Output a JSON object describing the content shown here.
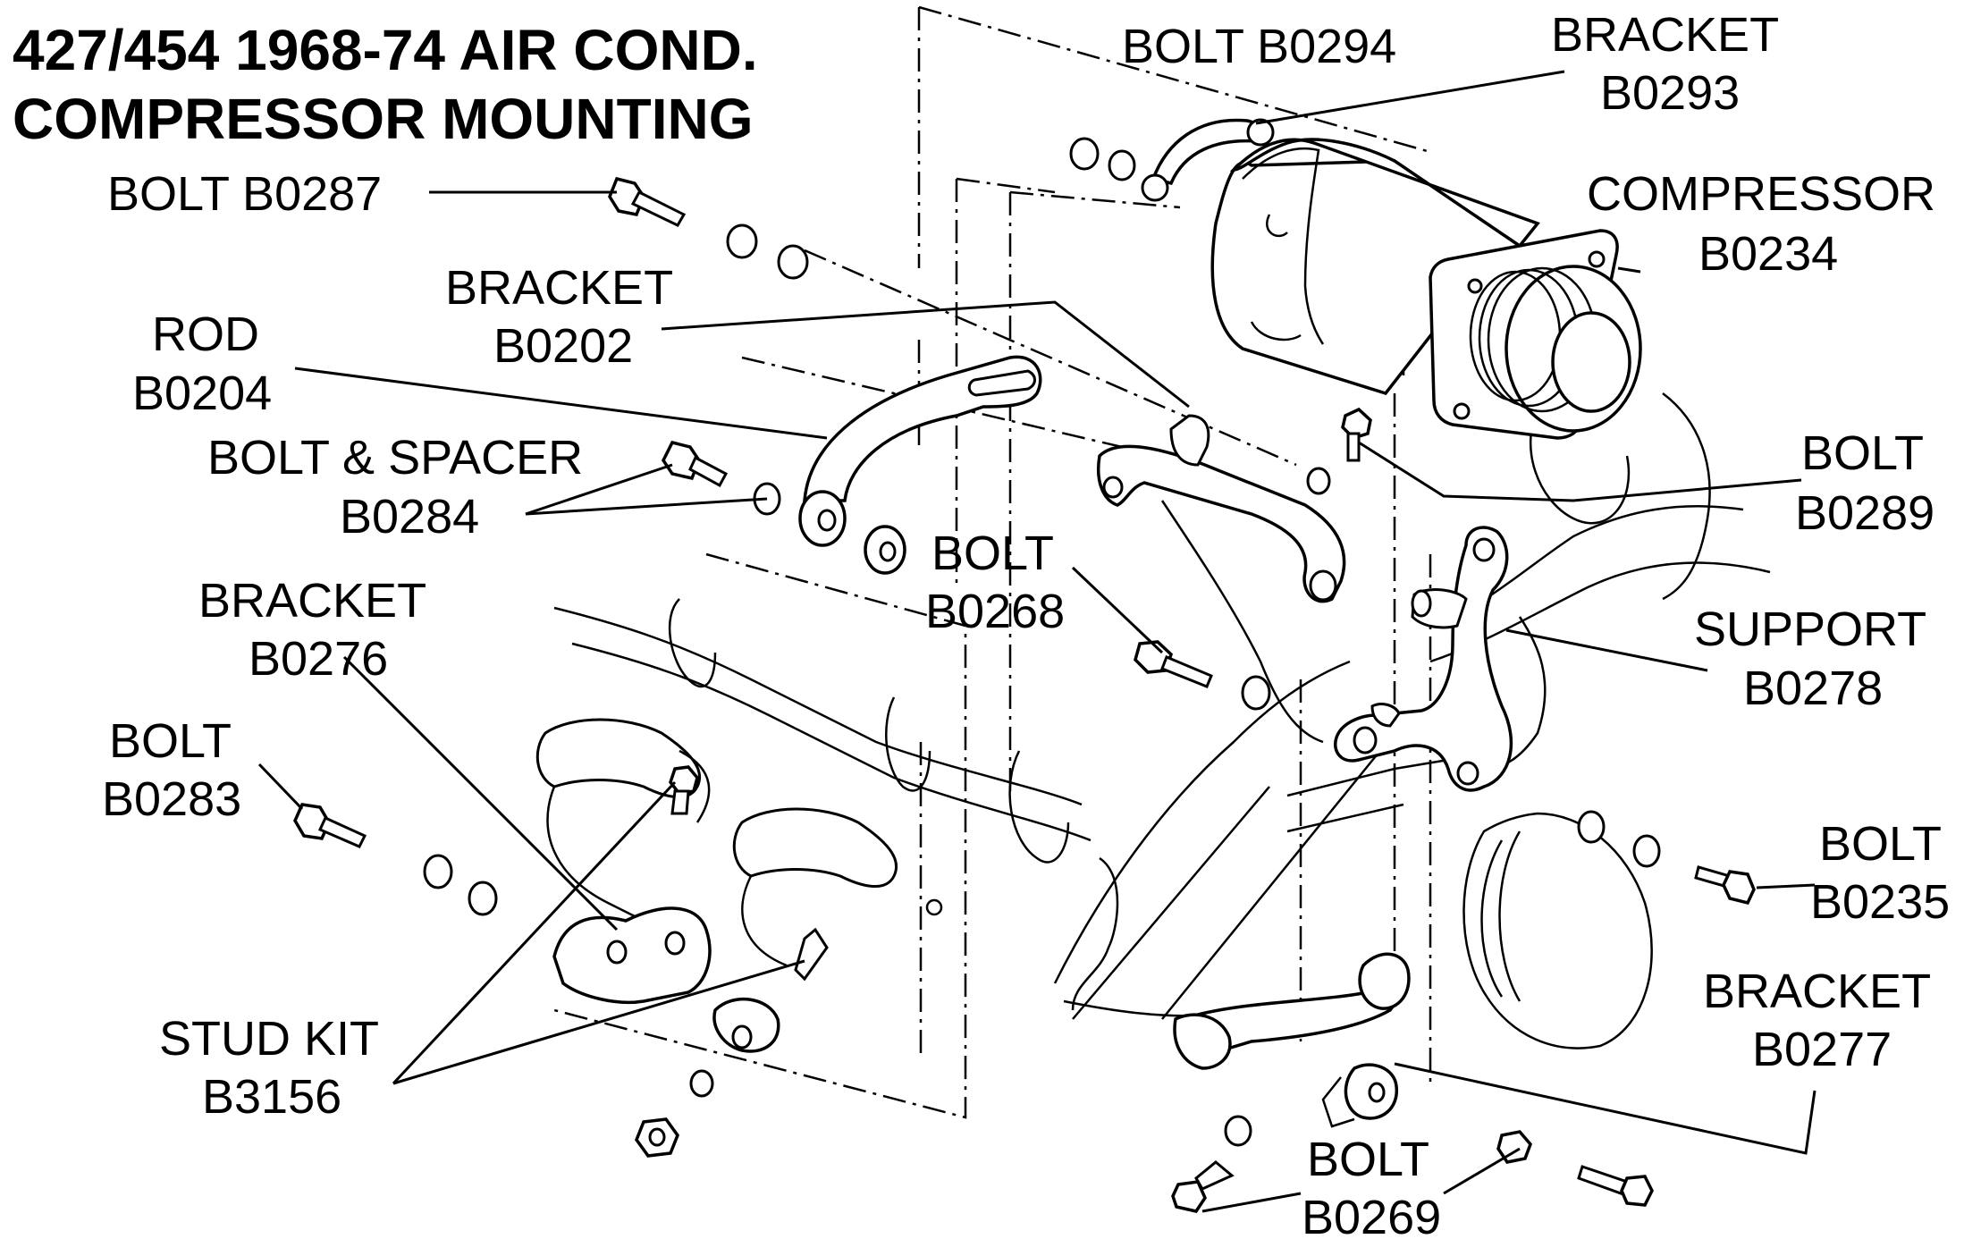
{
  "title": {
    "line1": "427/454 1968-74 AIR COND.",
    "line2": "COMPRESSOR MOUNTING"
  },
  "callouts": {
    "b0287": {
      "name": "BOLT  B0287"
    },
    "b0294": {
      "name": "BOLT B0294"
    },
    "b0293": {
      "name": "BRACKET",
      "code": "B0293"
    },
    "b0234": {
      "name": "COMPRESSOR",
      "code": "B0234"
    },
    "b0202": {
      "name": "BRACKET",
      "code": "B0202"
    },
    "b0204": {
      "name": "ROD",
      "code": "B0204"
    },
    "b0284": {
      "name": "BOLT & SPACER",
      "code": "B0284"
    },
    "b0268": {
      "name": "BOLT",
      "code": "B0268"
    },
    "b0289": {
      "name": "BOLT",
      "code": "B0289"
    },
    "b0276": {
      "name": "BRACKET",
      "code": "B0276"
    },
    "b0278": {
      "name": "SUPPORT",
      "code": "B0278"
    },
    "b0283": {
      "name": "BOLT",
      "code": "B0283"
    },
    "b0235": {
      "name": "BOLT",
      "code": "B0235"
    },
    "b0277": {
      "name": "BRACKET",
      "code": "B0277"
    },
    "b3156": {
      "name": "STUD KIT",
      "code": "B3156"
    },
    "b0269": {
      "name": "BOLT",
      "code": "B0269"
    }
  }
}
